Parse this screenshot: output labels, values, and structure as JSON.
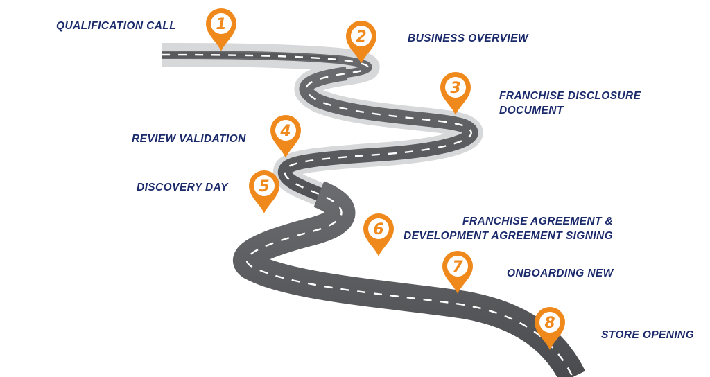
{
  "steps": [
    {
      "number": "1",
      "label": "QUALIFICATION CALL"
    },
    {
      "number": "2",
      "label": "BUSINESS OVERVIEW"
    },
    {
      "number": "3",
      "label": [
        "FRANCHISE DISCLOSURE",
        "DOCUMENT"
      ]
    },
    {
      "number": "4",
      "label": "REVIEW VALIDATION"
    },
    {
      "number": "5",
      "label": "DISCOVERY DAY"
    },
    {
      "number": "6",
      "label": [
        "FRANCHISE AGREEMENT &",
        "DEVELOPMENT AGREEMENT SIGNING"
      ]
    },
    {
      "number": "7",
      "label": "ONBOARDING NEW"
    },
    {
      "number": "8",
      "label": "STORE OPENING"
    }
  ],
  "colors": {
    "pin": "#f0891c",
    "label": "#1b2a6b",
    "road": "#58595c",
    "road_edge": "#cfd0d2",
    "dash": "#ffffff"
  }
}
